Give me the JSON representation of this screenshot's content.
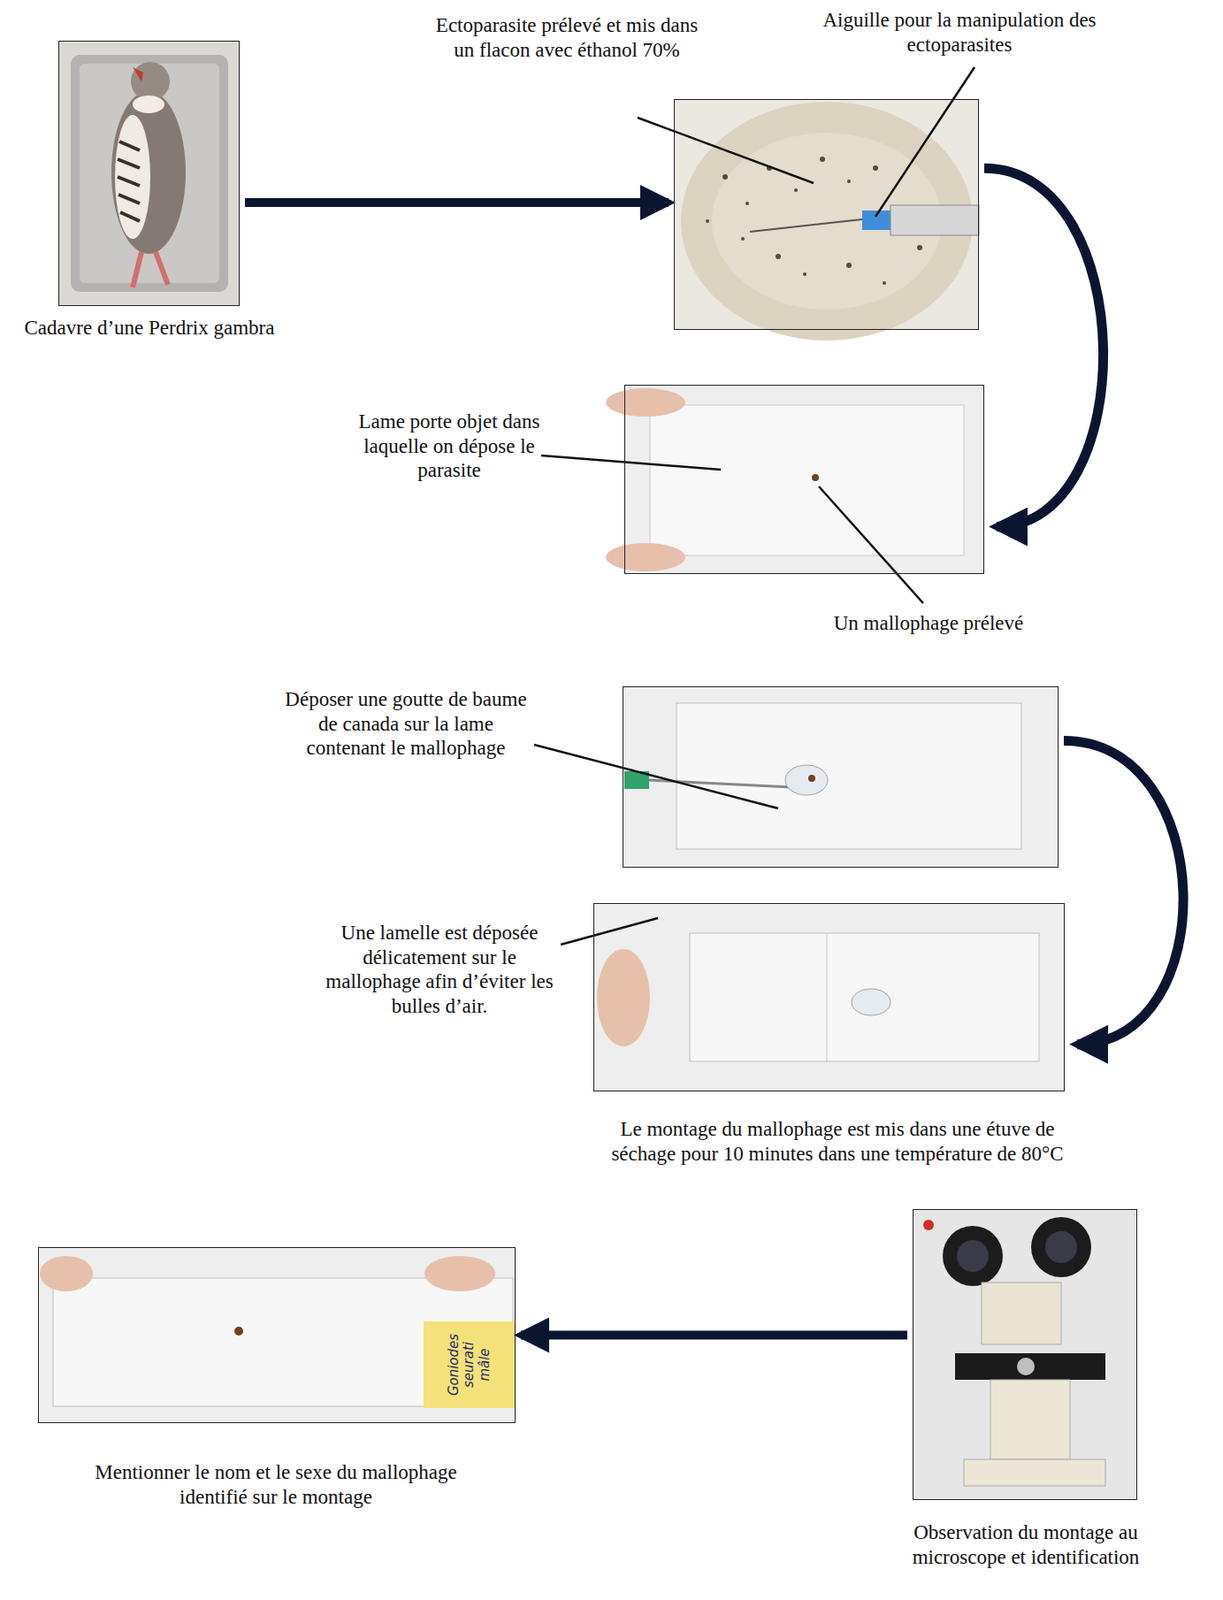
{
  "diagram": {
    "nodes": [
      {
        "text": [
          "Cadavre d’une Perdrix gambra"
        ]
      },
      {
        "text": [
          "Ectoparasite prélevé et mis dans un flacon avec éthanol 70%",
          "Aiguille pour la manipulation des ectoparasites"
        ]
      },
      {
        "text": [
          "Lame porte objet dans laquelle on dépose le parasite",
          "Un mallophage prélevé"
        ]
      },
      {
        "text": [
          "Déposer une goutte de baume de canada sur la lame contenant le mallophage"
        ]
      },
      {
        "text": [
          "Une lamelle est déposée délicatement sur le mallophage afin d’éviter les bulles d’air.",
          "Le montage du mallophage est mis dans une étuve de séchage pour 10 minutes dans une température de 80°C"
        ]
      },
      {
        "text": [
          "Observation du montage au microscope et identification"
        ]
      },
      {
        "text": [
          "Mentionner le nom et le sexe du mallophage identifié sur le montage"
        ]
      }
    ],
    "edges": [
      {
        "from": 0,
        "to": 1,
        "arrow": "to"
      },
      {
        "from": 1,
        "to": 2,
        "arrow": "to"
      },
      {
        "from": 3,
        "to": 4,
        "arrow": "to"
      },
      {
        "from": 5,
        "to": 6,
        "arrow": "to"
      }
    ],
    "labels": [
      "Goniodes seurati mâle"
    ]
  }
}
